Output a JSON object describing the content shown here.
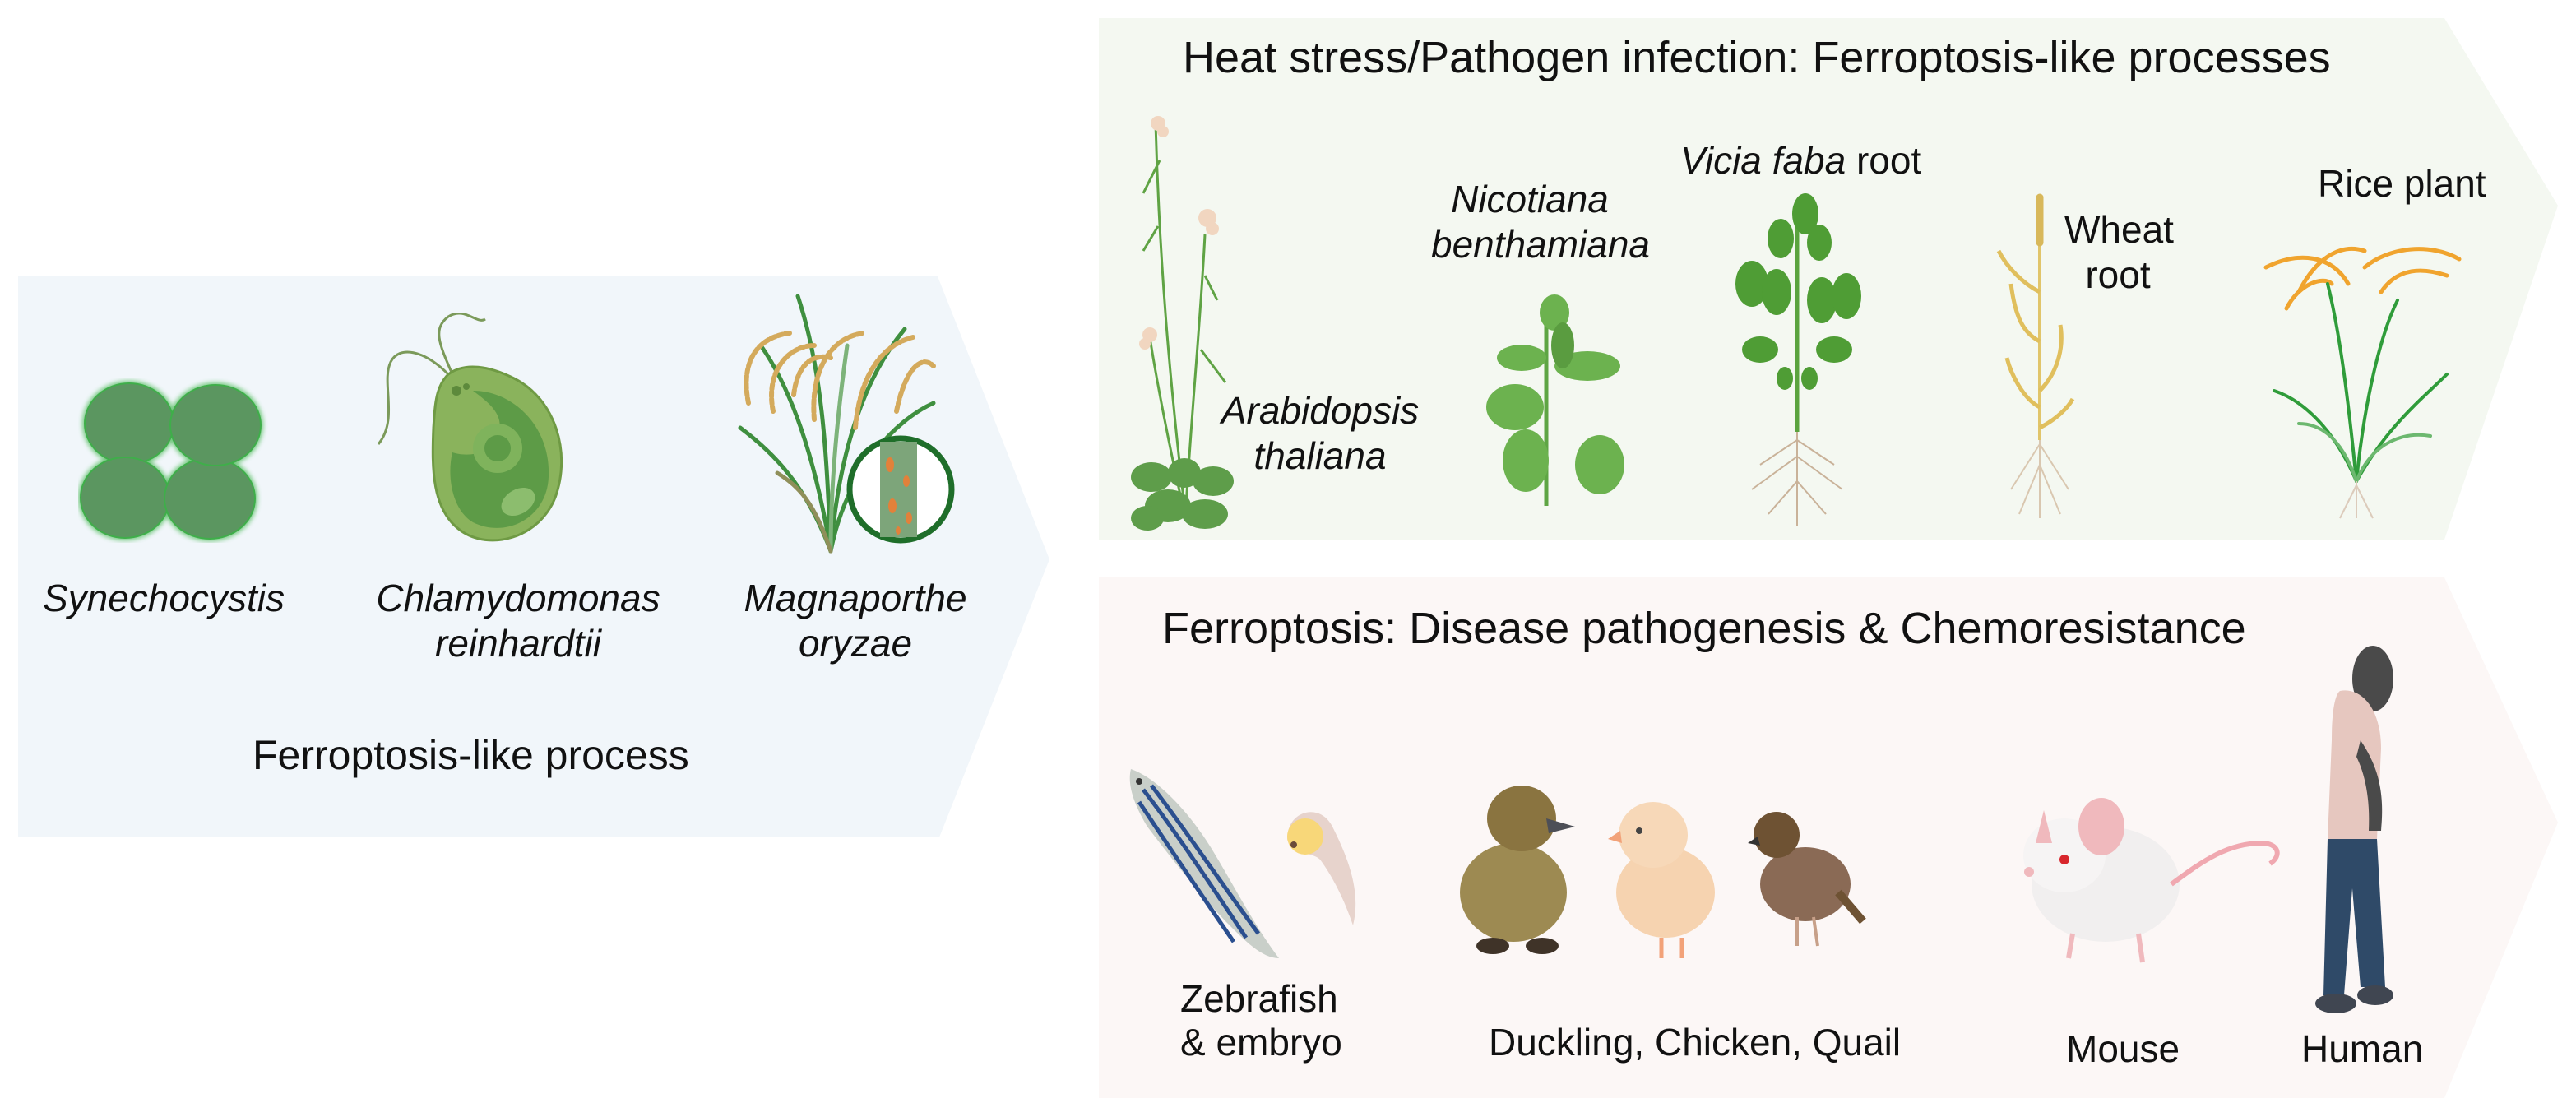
{
  "left_panel": {
    "caption": "Ferroptosis-like process",
    "bg_color": "#f1f6fa",
    "organisms": [
      {
        "name": "Synechocystis",
        "line1": "Synechocystis",
        "line2": "",
        "italic": true,
        "icon": "cyanobacteria-cluster-icon"
      },
      {
        "name": "Chlamydomonas reinhardtii",
        "line1": "Chlamydomonas",
        "line2": "reinhardtii",
        "italic": true,
        "icon": "green-alga-cell-icon"
      },
      {
        "name": "Magnaporthe oryzae",
        "line1": "Magnaporthe",
        "line2": "oryzae",
        "italic": true,
        "icon": "infected-rice-plant-icon"
      }
    ]
  },
  "top_right_panel": {
    "title": "Heat stress/Pathogen infection: Ferroptosis-like processes",
    "bg_color": "#f4f8f1",
    "organisms": [
      {
        "name": "Arabidopsis thaliana",
        "line1": "Arabidopsis",
        "line2": "thaliana",
        "icon": "arabidopsis-plant-icon"
      },
      {
        "name": "Nicotiana benthamiana",
        "line1": "Nicotiana",
        "line2": "benthamiana",
        "icon": "tobacco-plant-icon"
      },
      {
        "name": "Vicia faba root",
        "italic_part": "Vicia faba",
        "plain_part": " root",
        "icon": "fava-bean-plant-icon"
      },
      {
        "name": "Wheat root",
        "line1": "Wheat",
        "line2": "root",
        "icon": "wheat-plant-icon"
      },
      {
        "name": "Rice plant",
        "line1": "Rice plant",
        "icon": "rice-plant-icon"
      }
    ]
  },
  "bottom_right_panel": {
    "title": "Ferroptosis: Disease pathogenesis & Chemoresistance",
    "bg_color": "#fcf7f6",
    "organisms": [
      {
        "name": "Zebrafish & embryo",
        "line1": "Zebrafish",
        "line2": "& embryo",
        "icon": "zebrafish-icon"
      },
      {
        "name": "Duckling, Chicken, Quail",
        "line1": "Duckling, Chicken, Quail",
        "icon": "birds-icon"
      },
      {
        "name": "Mouse",
        "line1": "Mouse",
        "icon": "mouse-icon"
      },
      {
        "name": "Human",
        "line1": "Human",
        "icon": "human-icon"
      }
    ]
  }
}
